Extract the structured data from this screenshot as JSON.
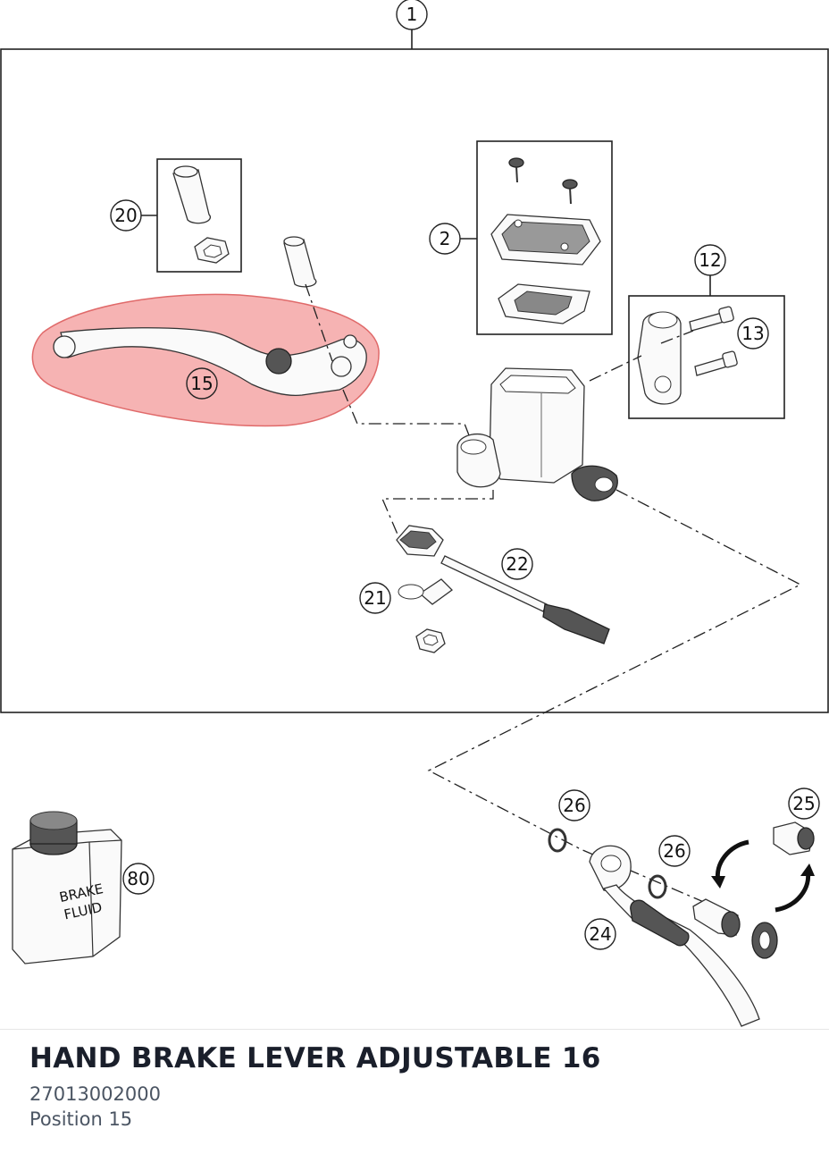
{
  "callouts": {
    "c1": "1",
    "c2": "2",
    "c12": "12",
    "c13": "13",
    "c15": "15",
    "c20": "20",
    "c21": "21",
    "c22": "22",
    "c24": "24",
    "c25": "25",
    "c26a": "26",
    "c26b": "26",
    "c80": "80"
  },
  "bottle": {
    "line1": "BRAKE",
    "line2": "FLUID"
  },
  "highlight_color": "#f08080",
  "footer": {
    "title": "HAND BRAKE LEVER ADJUSTABLE 16",
    "part_number": "27013002000",
    "position": "Position 15"
  }
}
